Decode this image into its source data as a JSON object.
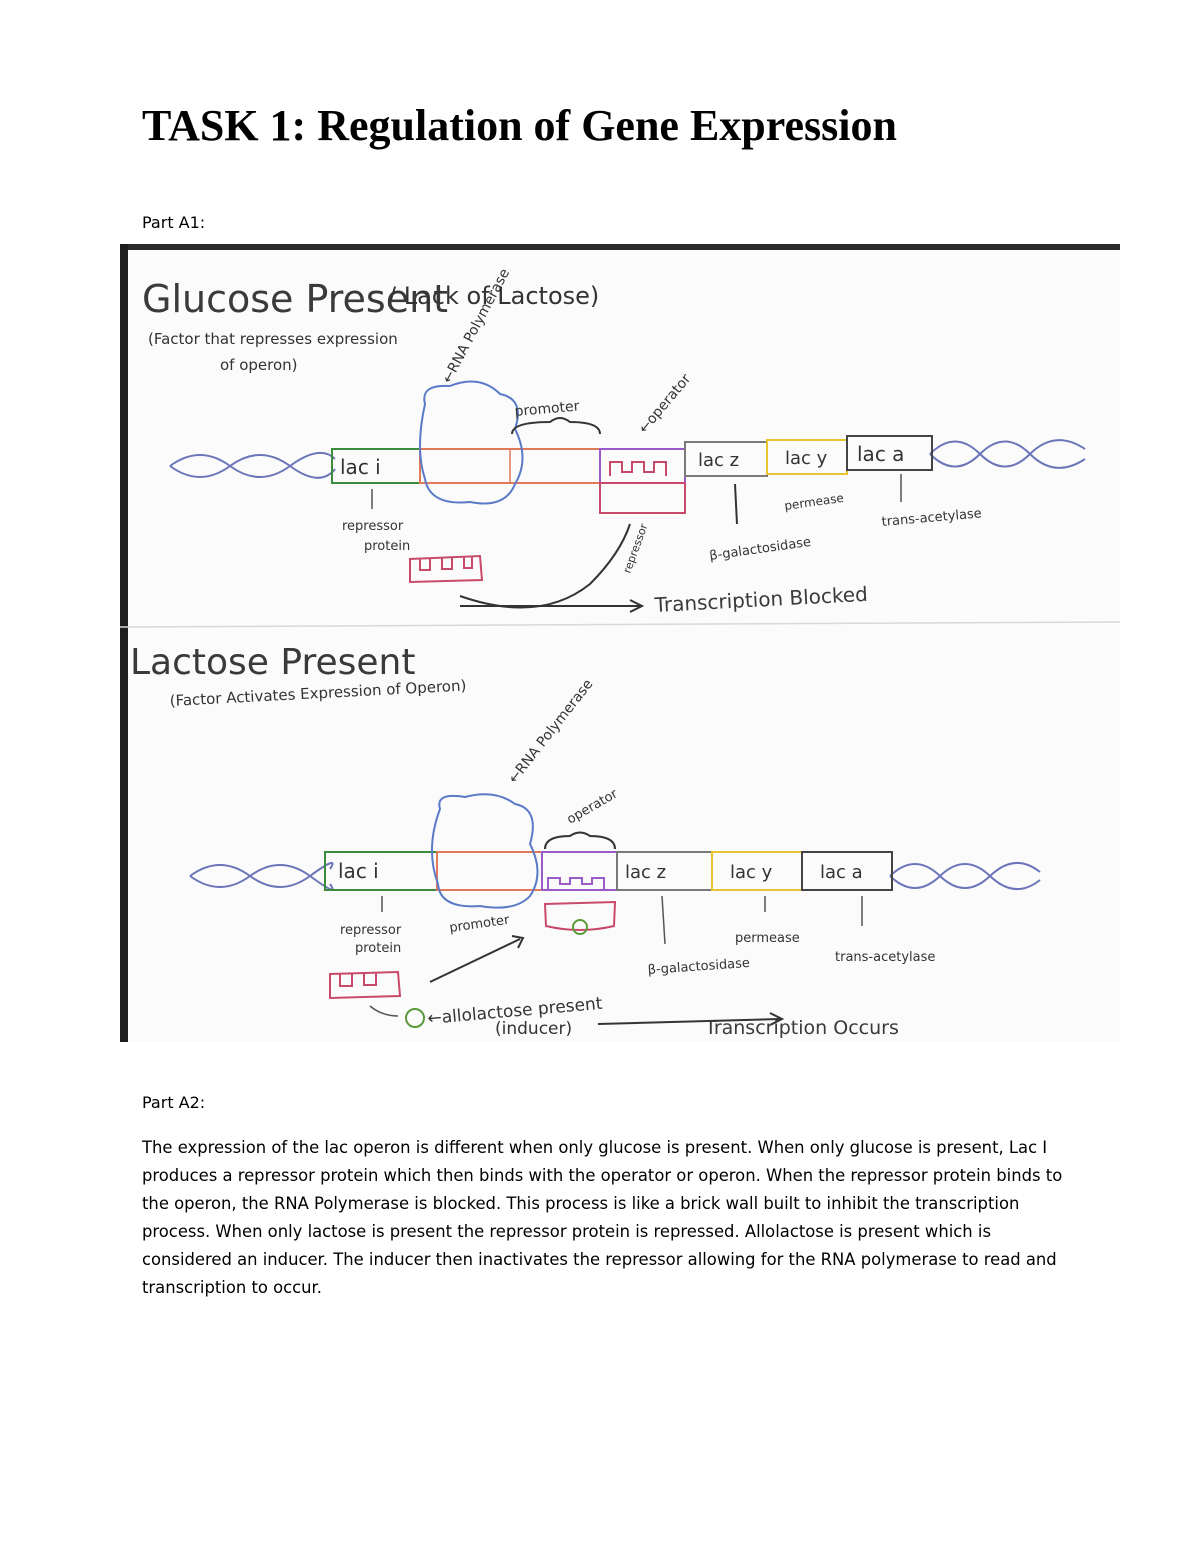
{
  "title": "TASK 1: Regulation of Gene Expression",
  "part_a1_label": "Part A1:",
  "part_a2_label": "Part A2:",
  "paragraph": "The expression of the lac operon is different when only glucose is present. When only glucose is present, Lac I produces a repressor protein which then binds with the operator or operon. When the repressor protein binds to the operon, the RNA Polymerase is blocked. This process is like a brick wall built to inhibit the transcription process. When only lactose is present the repressor protein is repressed. Allolactose is present which is considered an inducer. The inducer then inactivates the repressor allowing for the RNA polymerase to read and transcription to occur.",
  "diagram": {
    "top": {
      "heading": "Glucose Present",
      "heading_suffix": "/ Lack of Lactose)",
      "subtitle_1": "(Factor that represses expression",
      "subtitle_2": "of operon)",
      "rna_polymerase": "←RNA Polymerase",
      "promoter": "promoter",
      "operator": "←operator",
      "gene_laci": "lac i",
      "gene_lacz": "lac z",
      "gene_lacy": "lac y",
      "gene_laca": "lac a",
      "repressor_protein_1": "repressor",
      "repressor_protein_2": "protein",
      "repressor_arrow_label": "repressor",
      "permease": "permease",
      "beta_gal": "β-galactosidase",
      "trans_acetylase": "trans-acetylase",
      "outcome": "Transcription Blocked"
    },
    "bottom": {
      "heading": "Lactose Present",
      "subtitle": "(Factor Activates Expression of Operon)",
      "rna_polymerase": "←RNA Polymerase",
      "operator": "operator",
      "promoter": "promoter",
      "gene_laci": "lac i",
      "gene_lacz": "lac z",
      "gene_lacy": "lac y",
      "gene_laca": "lac a",
      "repressor_protein_1": "repressor",
      "repressor_protein_2": "protein",
      "permease": "permease",
      "beta_gal": "β-galactosidase",
      "trans_acetylase": "trans-acetylase",
      "allolactose": "←allolactose present",
      "inducer": "(inducer)",
      "outcome": "Transcription Occurs"
    }
  }
}
